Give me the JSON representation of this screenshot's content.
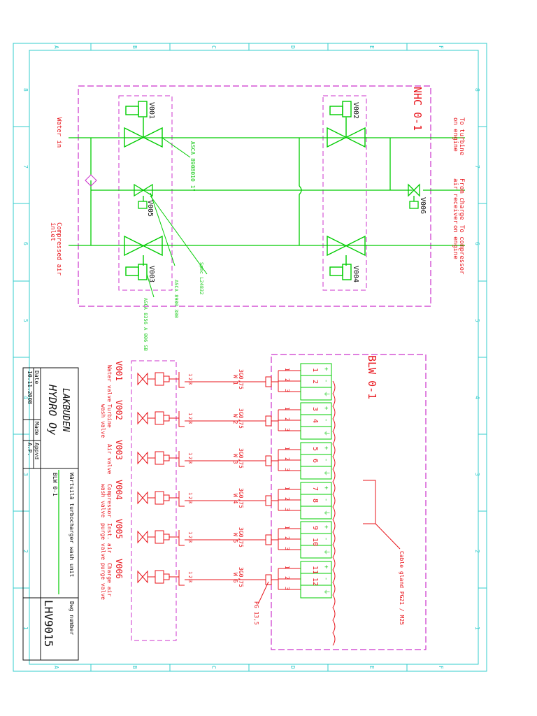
{
  "drawing": {
    "box_labels": {
      "nhc": "NHC 0-1",
      "blw": "BLW 0-1"
    },
    "grid": {
      "columns": [
        "A",
        "B",
        "C",
        "D",
        "E",
        "F"
      ],
      "rows": [
        "8",
        "7",
        "6",
        "5",
        "4",
        "3",
        "2",
        "1"
      ]
    },
    "pipe_labels": {
      "water_in": "Water in",
      "compressed_air_inlet": [
        "Compressed air",
        "inlet"
      ],
      "to_turbine": [
        "To turbine",
        "on engine"
      ],
      "from_charge": [
        "From charge",
        "air receiver"
      ],
      "to_compressor": [
        "To compressor",
        "on engine"
      ]
    },
    "valves": {
      "v001": "V001",
      "v002": "V002",
      "v003": "V003",
      "v004": "V004",
      "v005": "V005",
      "v006": "V006"
    },
    "part_refs": {
      "asca_1": "ASCA 8908010 1\"",
      "asca_2": "ASCA 8900 380",
      "asca_3": "ASCA 8356 A 006 SB",
      "spec": "Spec L24832"
    },
    "actuators": [
      {
        "id": "V001",
        "description": [
          "Water valve"
        ]
      },
      {
        "id": "V002",
        "description": [
          "Turbine",
          "wash valve"
        ]
      },
      {
        "id": "V003",
        "description": [
          "Air valve"
        ]
      },
      {
        "id": "V004",
        "description": [
          "Compressor",
          "wash valve"
        ]
      },
      {
        "id": "V005",
        "description": [
          "Inst. air",
          "purge valve"
        ]
      },
      {
        "id": "V006",
        "description": [
          "Charge air",
          "purge valve"
        ]
      }
    ],
    "cables": [
      {
        "type": "3G0,75",
        "name": "W 1"
      },
      {
        "type": "3G0,75",
        "name": "W 2"
      },
      {
        "type": "3G0,75",
        "name": "W 3"
      },
      {
        "type": "3G0,75",
        "name": "W 4"
      },
      {
        "type": "3G0,75",
        "name": "W 5"
      },
      {
        "type": "3G0,75",
        "name": "W 6"
      }
    ],
    "wire_numbers": [
      "1",
      "2",
      "3"
    ],
    "terminals": [
      "1",
      "2",
      "3",
      "4",
      "5",
      "6",
      "7",
      "8",
      "9",
      "10",
      "11",
      "12"
    ],
    "terminal_signs": [
      "+",
      "-",
      "⏚"
    ],
    "notes": {
      "cable_gland": "Cable gland PG21 / M25",
      "pg": "PG 13,5"
    },
    "title_block": {
      "company_1": "LAKBUDEN",
      "company_2": "HYDRO Oy",
      "date_label": "Date",
      "date_value": "10.11.2008",
      "made_label": "Made",
      "appvd_label": "Appvd",
      "appvd_value": "A.P.",
      "title": "Wärtsilä turbocharger wash unit",
      "subtitle": "BLW 0-1",
      "dwg_label": "Dwg number",
      "dwg_number": "LHV9015"
    },
    "colors": {
      "pipe": "#00cc00",
      "electrical": "#e8141b",
      "boundary": "#cc33cc",
      "frame": "#111111",
      "grid": "#33cccc"
    }
  }
}
